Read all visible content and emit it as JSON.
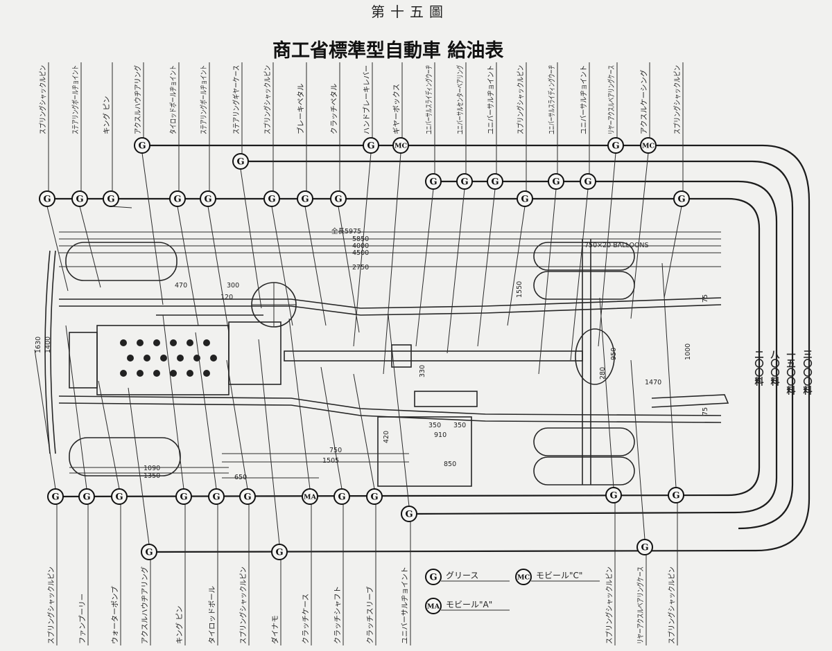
{
  "figure_number": "第十五圖",
  "title": "商工省標準型自動車 給油表",
  "top_labels": [
    "スプリングシャックルピン",
    "ステアリングボールヂョイント",
    "キング ピン",
    "アクスルハウヂアリング",
    "タイロッドボールヂョイント",
    "ステアリングボールヂョイント",
    "ステアリングギヤーケース",
    "スプリングシャックルピン",
    "ブレーキペタル",
    "クラッチペタル",
    "ハンドブレーキレバー",
    "ギヤーボックス",
    "ユニバーサルスライディングウーヂ",
    "ユニバーサルセンターベアリング",
    "ユニバーサルヂョイント",
    "スプリングシャックルピン",
    "ユニバーサルスライディングウーヂ",
    "ユニバーサルヂョイント",
    "リヤーアクスルベアリングケース",
    "アクスルケーシング",
    "スプリングシャックルピン"
  ],
  "top_nodes": [
    "G",
    "G",
    "G",
    "G",
    "G",
    "G",
    "G",
    "G",
    "G",
    "G",
    "G",
    "MC",
    "G",
    "G",
    "G",
    "G",
    "G",
    "G",
    "G",
    "MC",
    "G"
  ],
  "bottom_labels": [
    "スプリングシャックルピン",
    "ファンプーリー",
    "ウォーターポンプ",
    "アクスルハウヂアリング",
    "キング ピン",
    "タイロッドボール",
    "スプリングシャックルピン",
    "ダイナモ",
    "クラッチケース",
    "クラッチシャフト",
    "クラッチスリーブ",
    "ユニバーサルヂョイント",
    "スプリングシャックルピン",
    "リヤーアクスルベアリングケース",
    "スプリングシャックルピン"
  ],
  "bottom_nodes": [
    "G",
    "G",
    "G",
    "G",
    "G",
    "G",
    "G",
    "G",
    "MA",
    "G",
    "G",
    "G",
    "G",
    "G",
    "G"
  ],
  "intervals": [
    "二〇〇料",
    "八〇〇料",
    "一五〇〇料",
    "三〇〇〇料"
  ],
  "legend": [
    {
      "symbol": "G",
      "label": "グリース"
    },
    {
      "symbol": "MC",
      "label": "モビール\"C\""
    },
    {
      "symbol": "MA",
      "label": "モビール\"A\""
    }
  ],
  "dimensions": {
    "overall_length": "全長5975",
    "d5850": "5850",
    "d4000": "4000",
    "d4500": "4500",
    "d2750": "2750",
    "tires": "750×20 BALLOONS",
    "d750": "750",
    "d1505": "1505",
    "d650": "650",
    "d1090": "1090",
    "d1350": "1350",
    "d1550": "1550",
    "d950": "950",
    "d1000": "1000",
    "d1470": "1470",
    "d280": "280",
    "d330": "330",
    "d350a": "350",
    "d350b": "350",
    "d910": "910",
    "d420": "420",
    "d850": "850",
    "d470": "470",
    "d300": "300",
    "d120": "120",
    "d1630": "1630",
    "d1400": "1400",
    "d75a": "75",
    "d75b": "75"
  }
}
